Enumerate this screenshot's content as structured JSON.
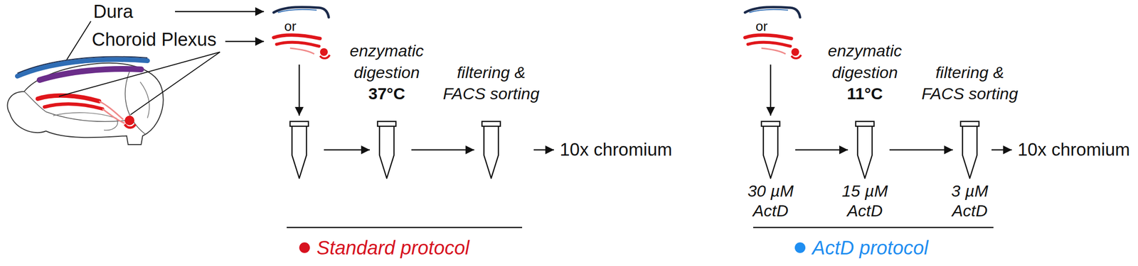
{
  "diagram": {
    "nodes": [
      {
        "text": [
          "enzymatic digestion",
          "37°C"
        ]
      },
      {
        "text": [
          "filtering & FACS sorting"
        ]
      },
      {
        "text": [
          "10x chromium"
        ]
      },
      {
        "text": [
          "30 µM ActD"
        ]
      },
      {
        "text": [
          "enzymatic digestion",
          "11°C",
          "15 µM ActD"
        ]
      },
      {
        "text": [
          "filtering & FACS sorting",
          "3 µM ActD"
        ]
      },
      {
        "text": [
          "10x chromium"
        ]
      }
    ],
    "edges": [
      {
        "from": 0,
        "to": 1,
        "arrow": "to"
      },
      {
        "from": 1,
        "to": 2,
        "arrow": "to"
      },
      {
        "from": 3,
        "to": 4,
        "arrow": "to"
      },
      {
        "from": 4,
        "to": 5,
        "arrow": "to"
      },
      {
        "from": 5,
        "to": 6,
        "arrow": "to"
      }
    ],
    "labels": [
      "Dura",
      "Choroid Plexus",
      "or",
      "or"
    ],
    "legend": [
      {
        "text": "Standard protocol",
        "color": "#d7121f"
      },
      {
        "text": "ActD protocol",
        "color": "#1f8ef1"
      }
    ]
  }
}
